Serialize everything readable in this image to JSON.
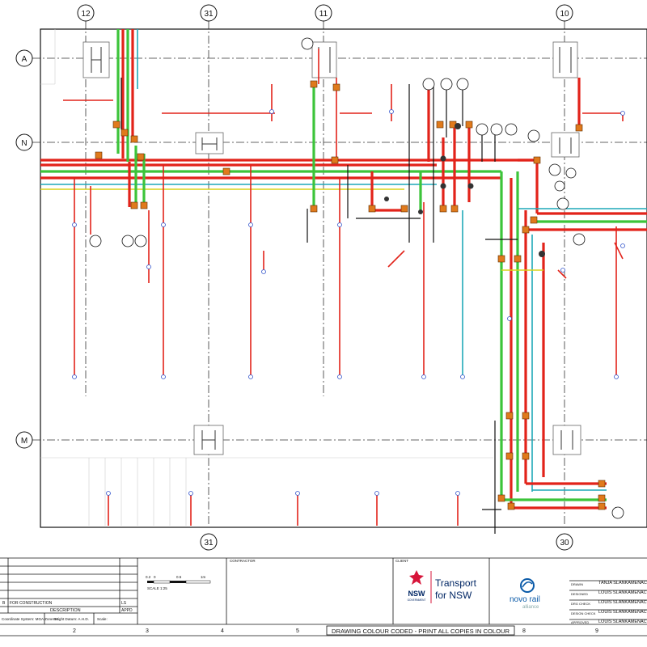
{
  "grid": {
    "columns": [
      "12",
      "31",
      "11",
      "10"
    ],
    "rows": [
      "A",
      "N",
      "M"
    ],
    "bottom_columns": [
      "31",
      "30"
    ]
  },
  "title_block": {
    "status_prefix": "B",
    "status": "FOR CONSTRUCTION",
    "rev_code": "LS",
    "description_header": "DESCRIPTION",
    "appd_header": "APPD",
    "coord_system": "Coordinate System: MGA Zone 56",
    "height_datum": "Height Datum: A.H.D.",
    "scale_label": "Scale:",
    "scale_bar_ticks": [
      "0.2",
      "0",
      "0.5",
      "1m"
    ],
    "scale_ratio": "SCALE 1:25",
    "contractor_label": "CONTRACTOR",
    "client_label": "CLIENT",
    "nsw_logo_text": "NSW",
    "nsw_logo_sub": "GOVERNMENT",
    "client_name_line1": "Transport",
    "client_name_line2": "for NSW",
    "alliance_name": "novo rail",
    "alliance_sub": "alliance",
    "roles": [
      {
        "role": "DRAWN",
        "name": "TANJA SLANKAMENAC"
      },
      {
        "role": "DESIGNED",
        "name": "LOUIS SLANKAMENAC"
      },
      {
        "role": "DRG CHECK",
        "name": "LOUIS SLANKAMENAC"
      },
      {
        "role": "DESIGN CHECK",
        "name": "LOUIS SLANKAMENAC"
      },
      {
        "role": "APPROVED",
        "name": "LOUIS SLANKAMENAC"
      }
    ],
    "notice": "DRAWING COLOUR CODED - PRINT ALL COPIES IN COLOUR",
    "zone_numbers": [
      "2",
      "3",
      "4",
      "5",
      "8",
      "9"
    ]
  },
  "colors": {
    "red": "#e2231a",
    "green": "#3cc43a",
    "teal": "#1fa8b8",
    "yellow": "#d8d31a",
    "fitting": "#e07a1c",
    "nsw_red": "#d7153a",
    "nsw_navy": "#002664",
    "novo_blue": "#0a5aa8"
  }
}
